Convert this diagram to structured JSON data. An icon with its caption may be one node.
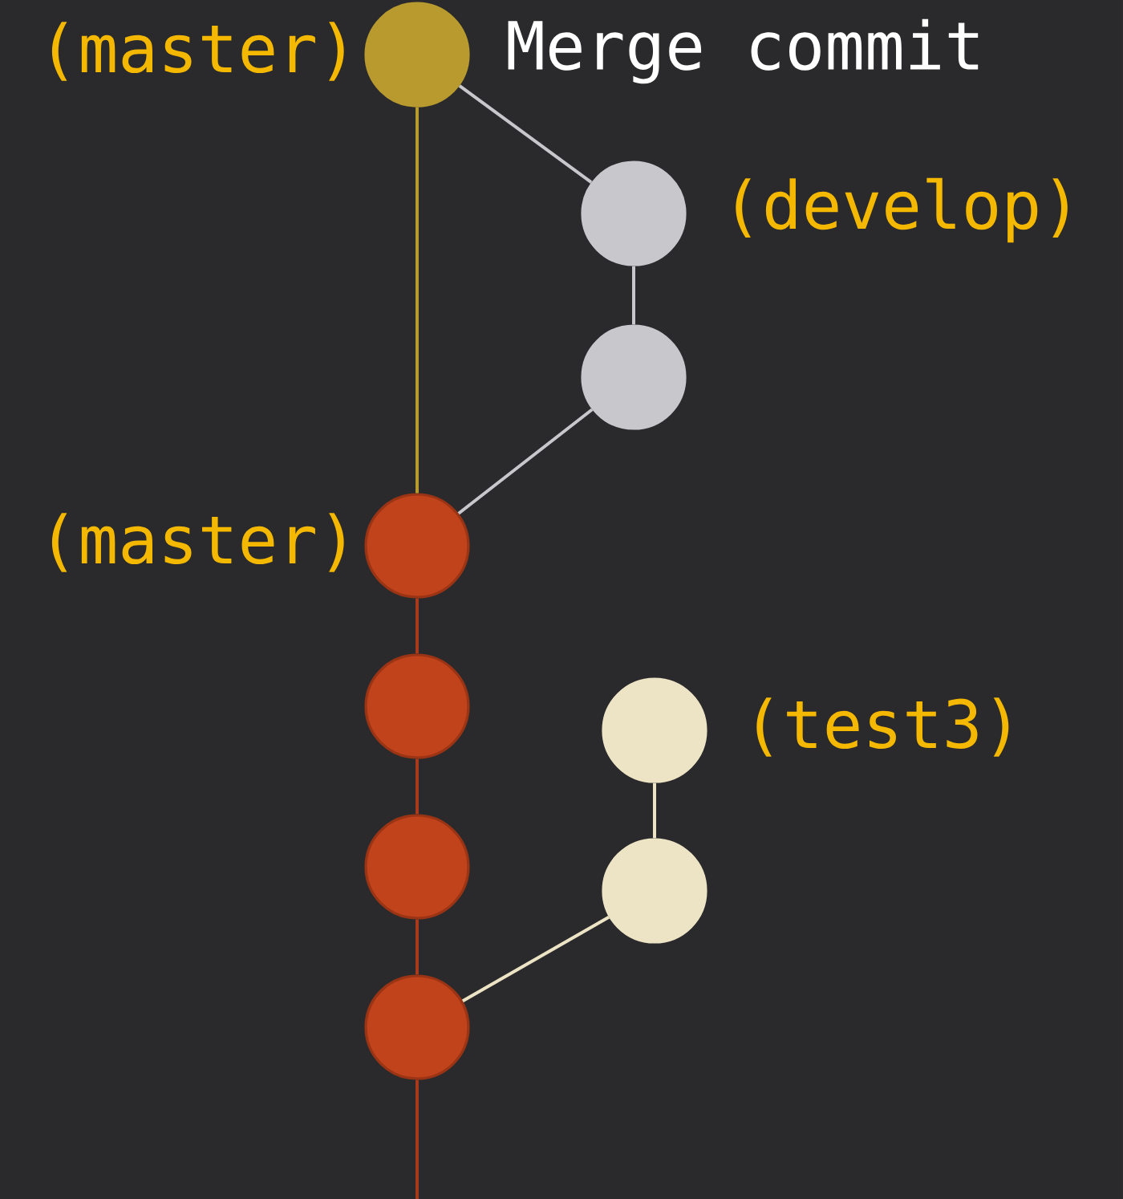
{
  "diagram": {
    "nodes": [
      {
        "text": [],
        "shape": "circle",
        "beside": [
          "(master)",
          "Merge commit"
        ]
      },
      {
        "text": [],
        "shape": "circle",
        "beside": [
          "(develop)"
        ]
      },
      {
        "text": [],
        "shape": "circle"
      },
      {
        "text": [],
        "shape": "circle",
        "beside": [
          "(master)"
        ]
      },
      {
        "text": [],
        "shape": "circle"
      },
      {
        "text": [],
        "shape": "circle"
      },
      {
        "text": [],
        "shape": "circle"
      },
      {
        "text": [],
        "shape": "circle",
        "beside": [
          "(test3)"
        ]
      },
      {
        "text": [],
        "shape": "circle"
      }
    ],
    "edges": [
      {
        "from": 0,
        "to": 1,
        "arrow": "none",
        "color": "#c8c8cc"
      },
      {
        "from": 1,
        "to": 2,
        "arrow": "none",
        "color": "#c8c8cc"
      },
      {
        "from": 2,
        "to": 3,
        "arrow": "none",
        "color": "#c8c8cc"
      },
      {
        "from": 0,
        "to": 3,
        "arrow": "none",
        "color": "#b89a2e"
      },
      {
        "from": 3,
        "to": 4,
        "arrow": "none",
        "color": "#a8391a"
      },
      {
        "from": 4,
        "to": 5,
        "arrow": "none",
        "color": "#a8391a"
      },
      {
        "from": 5,
        "to": 6,
        "arrow": "none",
        "color": "#a8391a"
      },
      {
        "from": 6,
        "to": null,
        "arrow": "none",
        "color": "#a8391a"
      },
      {
        "from": 8,
        "to": 7,
        "arrow": "none",
        "color": "#ede3c5"
      },
      {
        "from": 8,
        "to": 6,
        "arrow": "none",
        "color": "#ede3c5"
      }
    ]
  }
}
